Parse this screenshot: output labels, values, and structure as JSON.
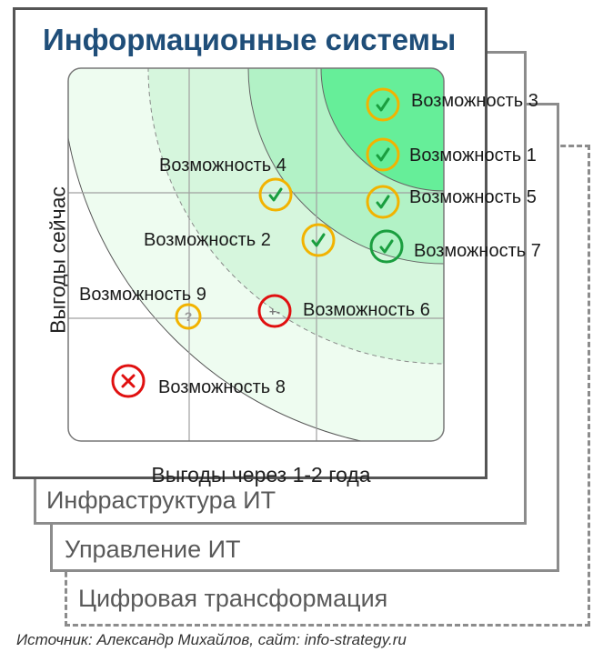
{
  "title": "Информационные системы",
  "axes": {
    "x_label": "Выгоды через 1-2 года",
    "y_label": "Выгоды сейчас"
  },
  "layers": [
    {
      "name": "Инфраструктура ИТ",
      "style": "solid"
    },
    {
      "name": "Управление ИТ",
      "style": "solid"
    },
    {
      "name": "Цифровая трансформация",
      "style": "dashed"
    }
  ],
  "source": "Источник: Александр Михайлов, сайт: info-strategy.ru",
  "colors": {
    "title": "#1f4e79",
    "zone_4": "#66ee99",
    "zone_3": "#b2f2c6",
    "zone_2": "#d6f6dd",
    "zone_1": "#eefcf0",
    "marker_yellow": "#f2b300",
    "marker_green": "#1a9e3f",
    "marker_red": "#e01010"
  },
  "opportunities": [
    {
      "label": "Возможность 3",
      "status": "approved",
      "ring": "yellow",
      "icon": "check-icon"
    },
    {
      "label": "Возможность 1",
      "status": "approved",
      "ring": "yellow",
      "icon": "check-icon"
    },
    {
      "label": "Возможность 5",
      "status": "approved",
      "ring": "yellow",
      "icon": "check-icon"
    },
    {
      "label": "Возможность 7",
      "status": "approved",
      "ring": "green",
      "icon": "check-icon"
    },
    {
      "label": "Возможность 4",
      "status": "approved",
      "ring": "yellow",
      "icon": "check-icon"
    },
    {
      "label": "Возможность 2",
      "status": "approved",
      "ring": "yellow",
      "icon": "check-icon"
    },
    {
      "label": "Возможность 9",
      "status": "uncertain",
      "ring": "yellow",
      "icon": "question-icon"
    },
    {
      "label": "Возможность 6",
      "status": "mixed",
      "ring": "red",
      "icon": "plus-minus-icon"
    },
    {
      "label": "Возможность 8",
      "status": "rejected",
      "ring": "red",
      "icon": "cross-icon"
    }
  ]
}
